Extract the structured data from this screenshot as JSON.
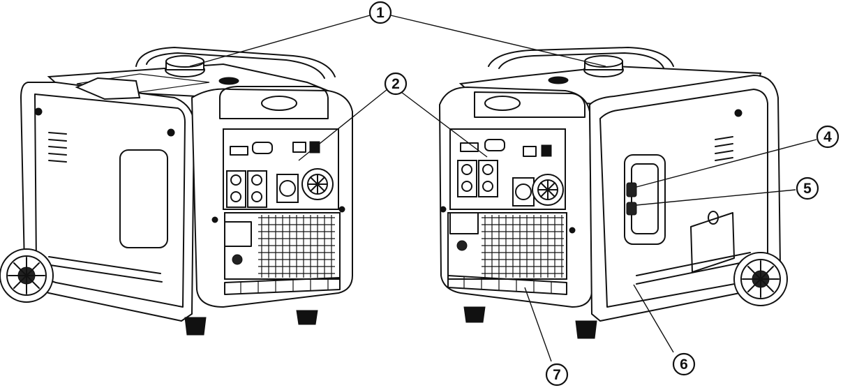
{
  "callouts": [
    {
      "id": "1",
      "label": "1"
    },
    {
      "id": "2",
      "label": "2"
    },
    {
      "id": "4",
      "label": "4"
    },
    {
      "id": "5",
      "label": "5"
    },
    {
      "id": "6",
      "label": "6"
    },
    {
      "id": "7",
      "label": "7"
    }
  ],
  "colors": {
    "line": "#111111",
    "background": "#ffffff"
  }
}
